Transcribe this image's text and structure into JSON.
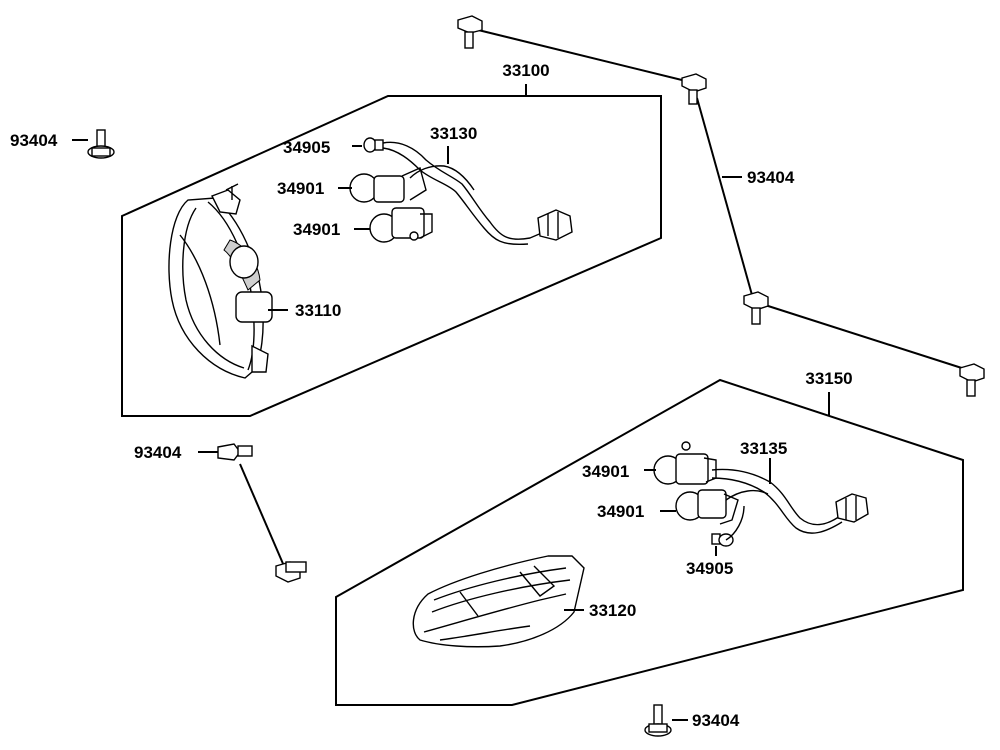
{
  "labels": {
    "headlight_assembly_front": "33100",
    "headlight_assembly_rear": "33150",
    "lens_front": "33110",
    "lens_rear": "33120",
    "harness_front": "33130",
    "harness_rear": "33135",
    "bulb_socket_front_upper": "34901",
    "bulb_socket_front_lower": "34901",
    "bulb_socket_rear_upper": "34901",
    "bulb_socket_rear_lower": "34901",
    "bulb_front": "34905",
    "bulb_rear": "34905",
    "bolt_left": "93404",
    "bolt_right_chain": "93404",
    "bolt_mid_left": "93404",
    "bolt_bottom": "93404"
  }
}
